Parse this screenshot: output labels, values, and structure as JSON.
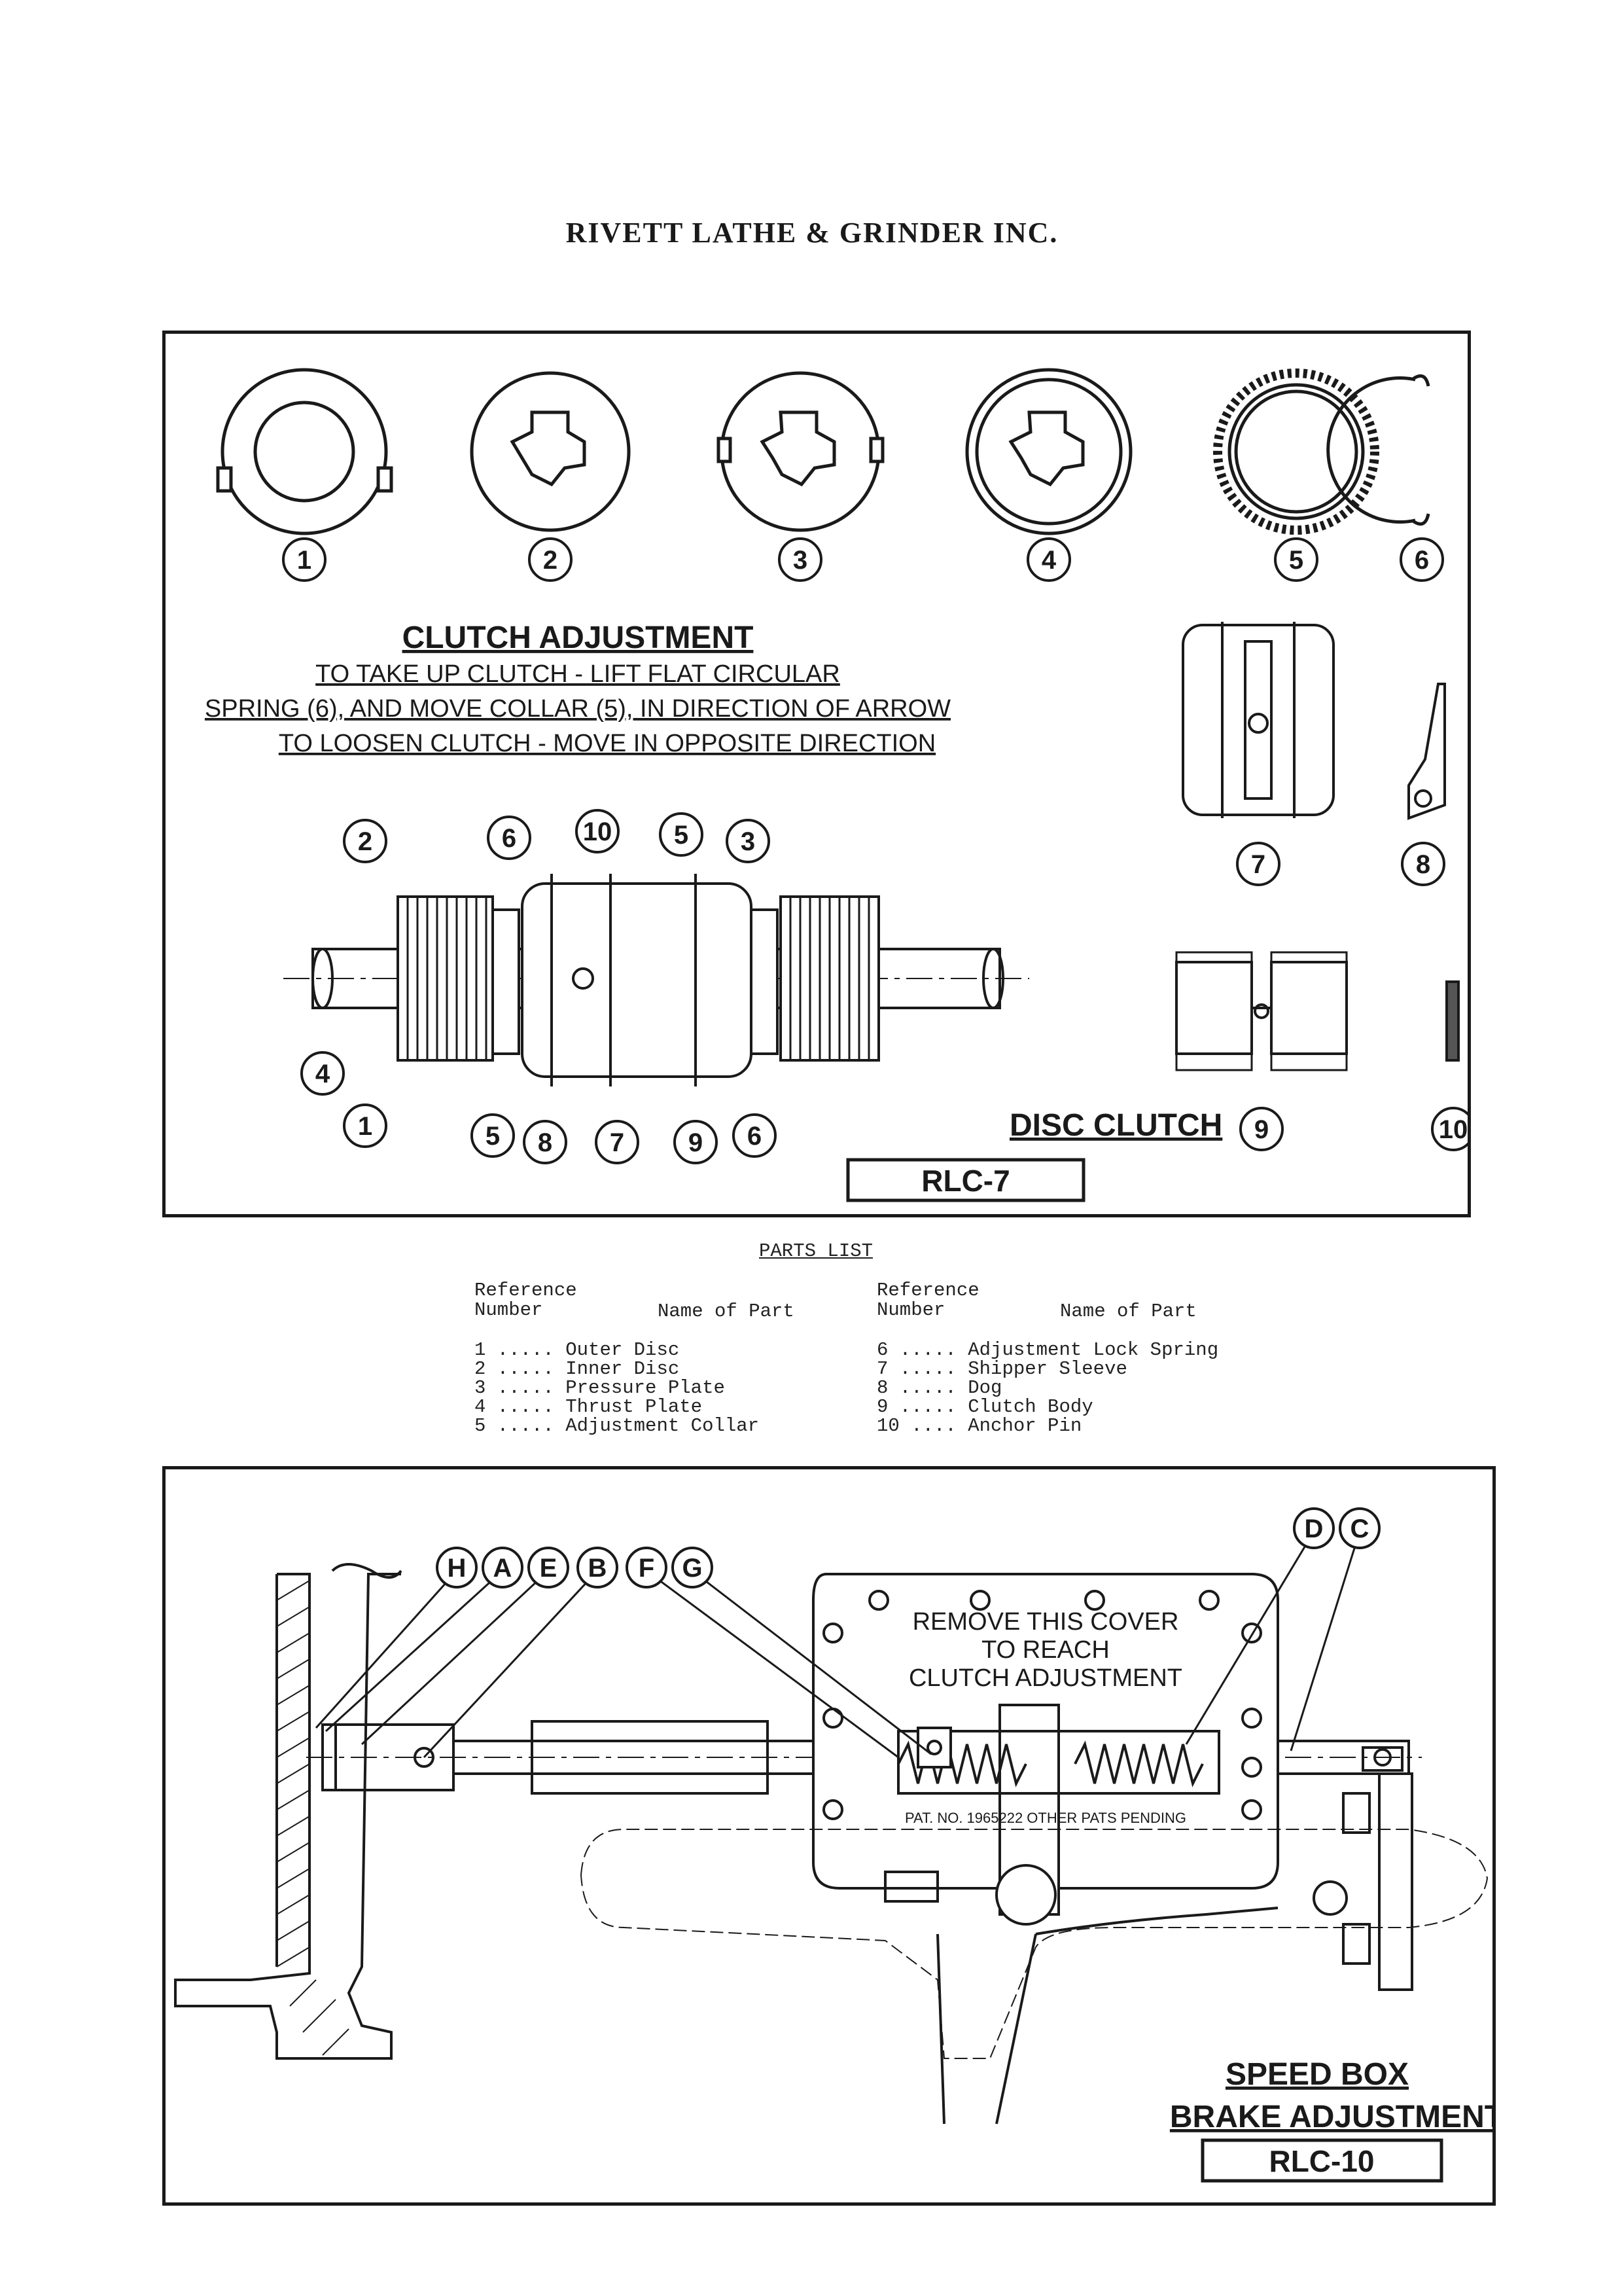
{
  "company": "RIVETT LATHE & GRINDER INC.",
  "disc_clutch_panel": {
    "parts_row_numbers": [
      "1",
      "2",
      "3",
      "4",
      "5",
      "6"
    ],
    "side_part_numbers": [
      "7",
      "8",
      "9",
      "10"
    ],
    "heading": "CLUTCH ADJUSTMENT",
    "instructions": [
      "TO TAKE UP CLUTCH - LIFT FLAT CIRCULAR",
      "SPRING (6), AND MOVE COLLAR (5), IN DIRECTION OF ARROW",
      "TO LOOSEN CLUTCH - MOVE IN OPPOSITE DIRECTION"
    ],
    "assembly_callouts_top": [
      "2",
      "6",
      "10",
      "5",
      "3"
    ],
    "assembly_callouts_left": [
      "4",
      "1"
    ],
    "assembly_callouts_bottom": [
      "5",
      "8",
      "7",
      "9",
      "6"
    ],
    "title": "DISC CLUTCH",
    "drawing_number": "RLC-7"
  },
  "parts_list": {
    "title": "PARTS LIST",
    "ref_header": "Reference\nNumber",
    "name_header": "Name of Part",
    "items": [
      {
        "ref": "1",
        "name": "Outer Disc"
      },
      {
        "ref": "2",
        "name": "Inner Disc"
      },
      {
        "ref": "3",
        "name": "Pressure Plate"
      },
      {
        "ref": "4",
        "name": "Thrust Plate"
      },
      {
        "ref": "5",
        "name": "Adjustment Collar"
      },
      {
        "ref": "6",
        "name": "Adjustment Lock Spring"
      },
      {
        "ref": "7",
        "name": "Shipper Sleeve"
      },
      {
        "ref": "8",
        "name": "Dog"
      },
      {
        "ref": "9",
        "name": "Clutch Body"
      },
      {
        "ref": "10",
        "name": "Anchor Pin"
      }
    ]
  },
  "speed_box_panel": {
    "callouts_left": [
      "H",
      "A",
      "E",
      "B",
      "F",
      "G"
    ],
    "callouts_right": [
      "D",
      "C"
    ],
    "cover_text": [
      "REMOVE THIS COVER",
      "TO REACH",
      "CLUTCH ADJUSTMENT"
    ],
    "patent_text": "PAT. NO. 1965222 OTHER PATS PENDING",
    "title_line1": "SPEED BOX",
    "title_line2": "BRAKE ADJUSTMENT",
    "drawing_number": "RLC-10"
  }
}
